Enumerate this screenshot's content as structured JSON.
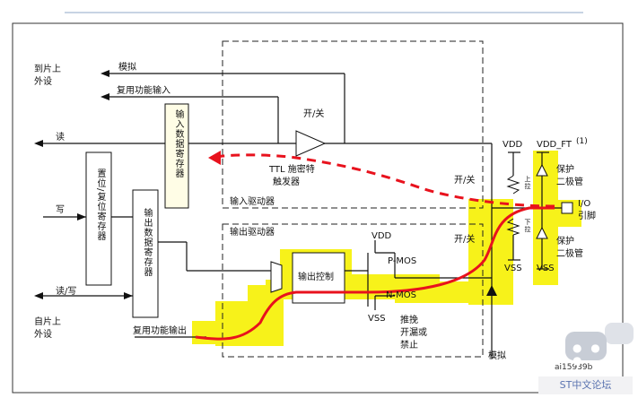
{
  "labels": {
    "to_chip_peripheral": [
      "到片上",
      "外设"
    ],
    "analog": "模拟",
    "alt_func_input": "复用功能输入",
    "on_off_top": "开/关",
    "read": "读",
    "input_data_register": "输入数据寄存器",
    "ttl_schmitt": [
      "TTL 施密特",
      "触发器"
    ],
    "write": "写",
    "set_reset_register": "置位/复位寄存器",
    "output_data_register": "输出数据寄存器",
    "input_driver": "输入驱动器",
    "output_driver": "输出驱动器",
    "on_off_mid1": "开/关",
    "on_off_mid2": "开/关",
    "vdd_left": "VDD",
    "vdd_ft": "VDD_FT",
    "note_1": "(1)",
    "protect_diode_top": [
      "保护",
      "二极管"
    ],
    "protect_diode_bottom": [
      "保护",
      "二极管"
    ],
    "io_pin": [
      "I/O",
      "引脚"
    ],
    "pull_up": "上拉",
    "pull_down": "下拉",
    "vss_right": "VSS",
    "vss_right2": "VSS",
    "vdd_pmos": "VDD",
    "p_mos": "P-MOS",
    "output_control": "输出控制",
    "n_mos": "N-MOS",
    "vss_nmos": "VSS",
    "push_pull": [
      "推挽",
      "开漏或",
      "禁止"
    ],
    "read_write": "读/写",
    "from_chip_peripheral": [
      "自片上",
      "外设"
    ],
    "alt_func_output": "复用功能输出",
    "analog_bottom": "模拟",
    "fig_id": "ai15939b",
    "watermark": "ST中文论坛"
  },
  "colors": {
    "highlight": "#f7f21a",
    "red_path": "#e8121d",
    "line": "#111111"
  },
  "icons": [
    "chat-bubble-icon"
  ]
}
